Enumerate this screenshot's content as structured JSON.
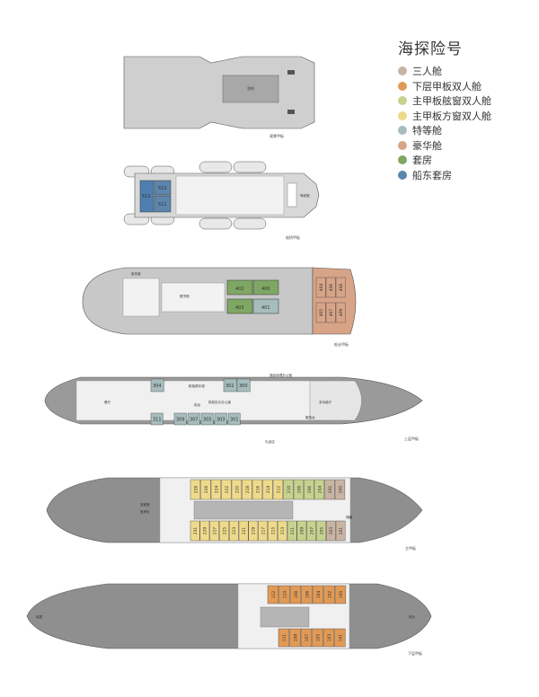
{
  "title": "海探险号",
  "legend": [
    {
      "label": "三人舱",
      "color": "#c9b4a2"
    },
    {
      "label": "下层甲板双人舱",
      "color": "#e19a56"
    },
    {
      "label": "主甲板舷窗双人舱",
      "color": "#c6d28e"
    },
    {
      "label": "主甲板方窗双人舱",
      "color": "#eeda8a"
    },
    {
      "label": "特等舱",
      "color": "#a6bcbd"
    },
    {
      "label": "豪华舱",
      "color": "#d8a487"
    },
    {
      "label": "套房",
      "color": "#7fa764"
    },
    {
      "label": "船东套房",
      "color": "#5d86ad"
    }
  ],
  "decks": {
    "observation": {
      "name": "观景甲板",
      "room": "酒吧"
    },
    "bridge": {
      "name": "船桥甲板",
      "bridge_label": "驾驶室",
      "cabins": [
        "510",
        "511",
        "512"
      ]
    },
    "captain": {
      "name": "船长甲板",
      "clinic": "医务室",
      "library": "图书馆",
      "suites": [
        "402",
        "400",
        "403",
        "401"
      ],
      "deluxe_top": [
        "404",
        "406",
        "408"
      ],
      "deluxe_bottom": [
        "405",
        "407",
        "409"
      ]
    },
    "upper": {
      "name": "上层甲板",
      "restaurant": "餐厅",
      "club": "帆船俱乐部",
      "hotel_office": "酒店经理办公室",
      "expedition_office": "探险队长办公室",
      "reception": "前台",
      "shop": "礼品店",
      "lecture": "多功能厅",
      "front_desk": "服务台",
      "cabins_top": [
        "304",
        "302",
        "300"
      ],
      "cabins_bottom": [
        "311",
        "309",
        "307",
        "305",
        "303",
        "301"
      ]
    },
    "main": {
      "name": "主甲板",
      "lounge_line1": "游艇登",
      "lounge_line2": "登岸处",
      "side_label": "储藏",
      "cabins_top": [
        "228",
        "226",
        "224",
        "222",
        "220",
        "218",
        "216",
        "214",
        "212",
        "210",
        "208",
        "206",
        "204",
        "202",
        "200"
      ],
      "cabins_bottom": [
        "231",
        "229",
        "227",
        "225",
        "223",
        "221",
        "219",
        "217",
        "215",
        "213",
        "211",
        "209",
        "207",
        "205",
        "203",
        "201"
      ]
    },
    "lower": {
      "name": "下层甲板",
      "stern_label": "船尾",
      "bow_label": "船头",
      "cabins_top": [
        "112",
        "110",
        "108",
        "106",
        "104",
        "102",
        "100"
      ],
      "cabins_bottom": [
        "111",
        "109",
        "107",
        "105",
        "103",
        "101"
      ]
    }
  }
}
